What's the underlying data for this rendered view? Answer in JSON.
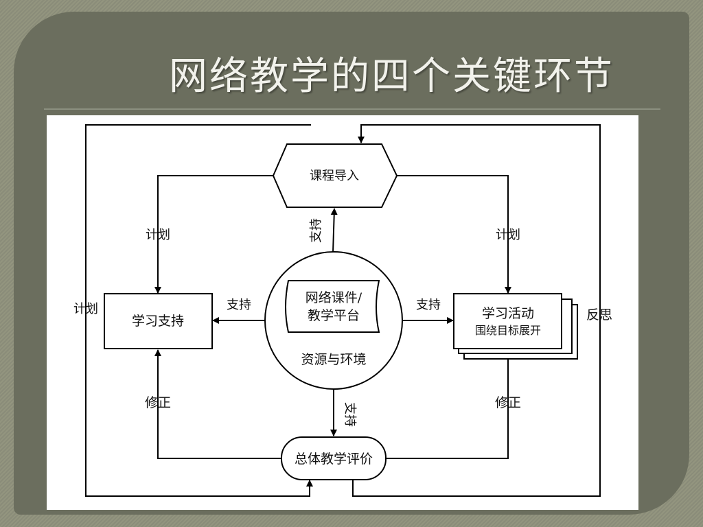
{
  "slide": {
    "title": "网络教学的四个关键环节"
  },
  "diagram": {
    "nodes": {
      "course_intro": "课程导入",
      "learning_support": "学习支持",
      "learning_activity": {
        "title": "学习活动",
        "subtitle": "围绕目标展开"
      },
      "courseware": {
        "line1": "网络课件/",
        "line2": "教学平台"
      },
      "resources": "资源与环境",
      "evaluation": "总体教学评价"
    },
    "edge_labels": {
      "plan": "计划",
      "support": "支持",
      "revise": "修正",
      "reflect": "反思"
    }
  }
}
